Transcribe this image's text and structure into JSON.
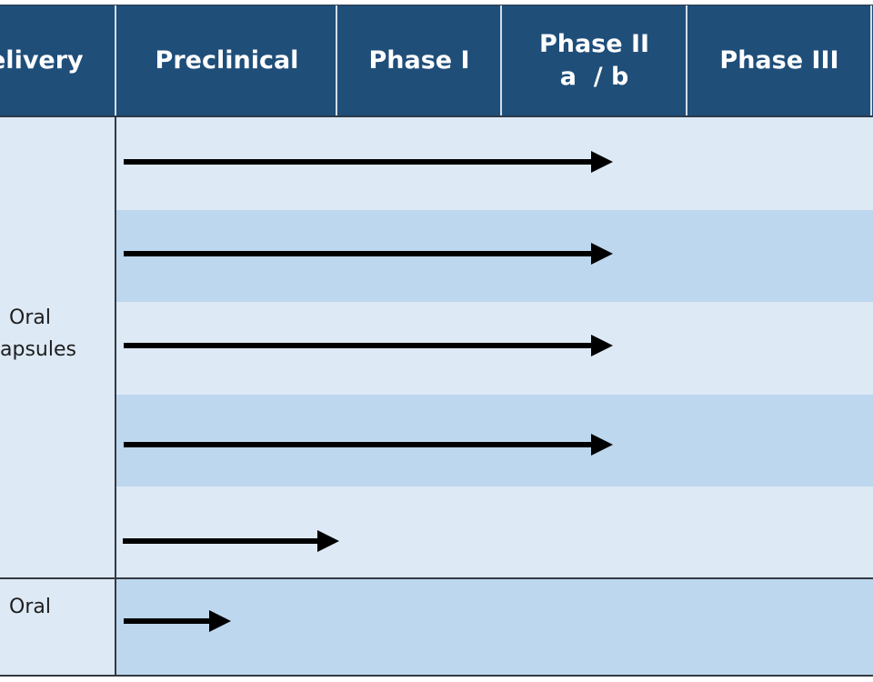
{
  "header": {
    "delivery": "elivery",
    "preclinical": "Preclinical",
    "phase1": "Phase I",
    "phase2_line1": "Phase II",
    "phase2_line2": "a  / b",
    "phase3": "Phase III"
  },
  "rows": {
    "group1_line1": "Oral",
    "group1_line2": "apsules",
    "group2": "Oral"
  },
  "colors": {
    "header_bg": "#1f4e79",
    "row_light": "#dde9f5",
    "row_mid": "#bdd7ee",
    "arrow": "#000000"
  }
}
